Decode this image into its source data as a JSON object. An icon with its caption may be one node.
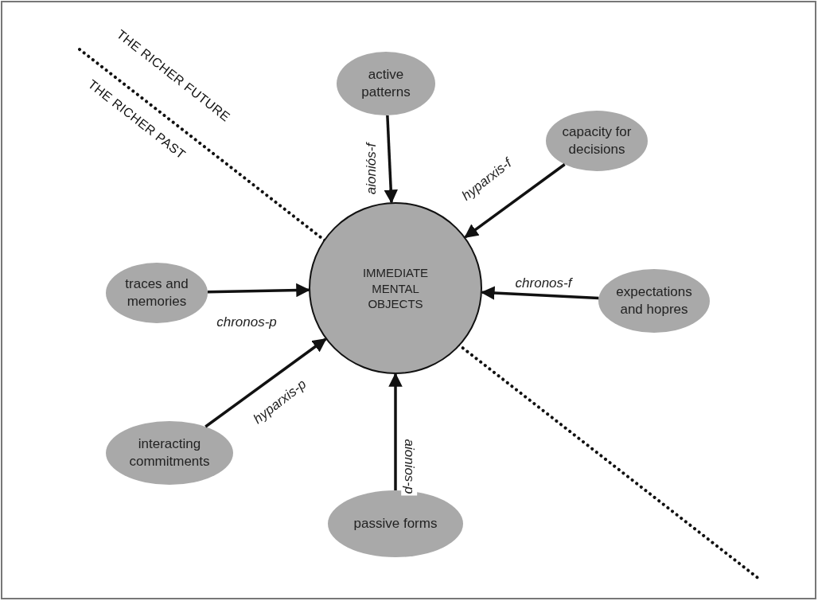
{
  "diagram": {
    "nodes": [
      {
        "text": [
          "active patterns"
        ]
      },
      {
        "text": [
          "capacity for decisions"
        ]
      },
      {
        "text": [
          "IMMEDIATE MENTAL OBJECTS"
        ]
      },
      {
        "text": [
          "traces and memories"
        ]
      },
      {
        "text": [
          "expectations and hopres"
        ]
      },
      {
        "text": [
          "interacting commitments"
        ]
      },
      {
        "text": [
          "passive forms"
        ]
      }
    ],
    "edges": [
      {
        "from": 0,
        "to": 2,
        "arrow": "to",
        "label": "aioniós-f"
      },
      {
        "from": 1,
        "to": 2,
        "arrow": "to",
        "label": "hyparxis-f"
      },
      {
        "from": 4,
        "to": 2,
        "arrow": "to",
        "label": "chronos-f"
      },
      {
        "from": 3,
        "to": 2,
        "arrow": "to",
        "label": "chronos-p"
      },
      {
        "from": 5,
        "to": 2,
        "arrow": "to",
        "label": "hyparxis-p"
      },
      {
        "from": 6,
        "to": 2,
        "arrow": "to",
        "label": "aionios-p"
      }
    ],
    "labels": [
      "THE RICHER FUTURE",
      "THE RICHER PAST"
    ]
  }
}
